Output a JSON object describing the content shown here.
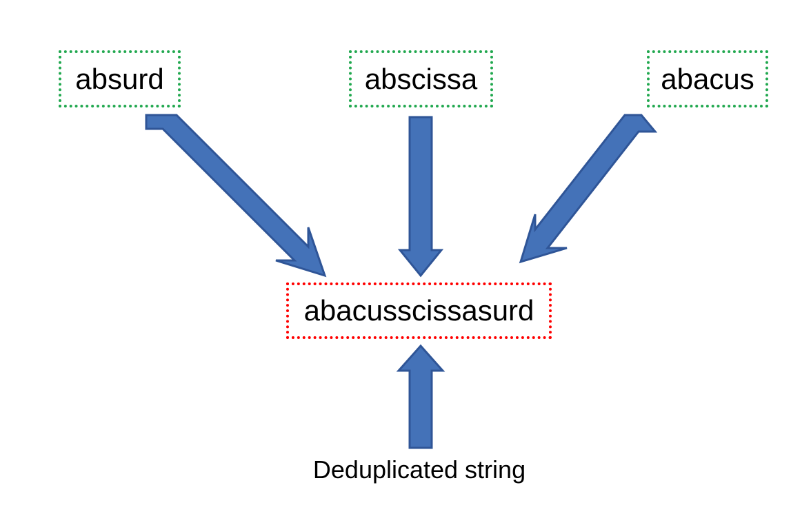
{
  "diagram": {
    "title": "String deduplication diagram",
    "colors": {
      "arrow_fill": "#4472b8",
      "arrow_stroke": "#2f5597",
      "source_border": "#21a84f",
      "result_border": "#ff0000",
      "text": "#000000",
      "background": "#ffffff"
    },
    "sources": [
      {
        "id": "absurd",
        "label": "absurd",
        "border_style": "green-dotted"
      },
      {
        "id": "abscissa",
        "label": "abscissa",
        "border_style": "green-dotted"
      },
      {
        "id": "abacus",
        "label": "abacus",
        "border_style": "green-dotted"
      }
    ],
    "result": {
      "id": "deduplicated-string",
      "label": "abacusscissasurd",
      "border_style": "red-dotted"
    },
    "caption": {
      "id": "caption",
      "label": "Deduplicated string",
      "border_style": "none"
    },
    "arrows": [
      {
        "id": "arrow-absurd-to-result",
        "from": "absurd",
        "to": "deduplicated-string",
        "direction": "down-right",
        "style": "block-arrow"
      },
      {
        "id": "arrow-abscissa-to-result",
        "from": "abscissa",
        "to": "deduplicated-string",
        "direction": "down",
        "style": "block-arrow"
      },
      {
        "id": "arrow-abacus-to-result",
        "from": "abacus",
        "to": "deduplicated-string",
        "direction": "down-left",
        "style": "block-arrow"
      },
      {
        "id": "arrow-caption-to-result",
        "from": "caption",
        "to": "deduplicated-string",
        "direction": "up",
        "style": "block-arrow"
      }
    ]
  }
}
